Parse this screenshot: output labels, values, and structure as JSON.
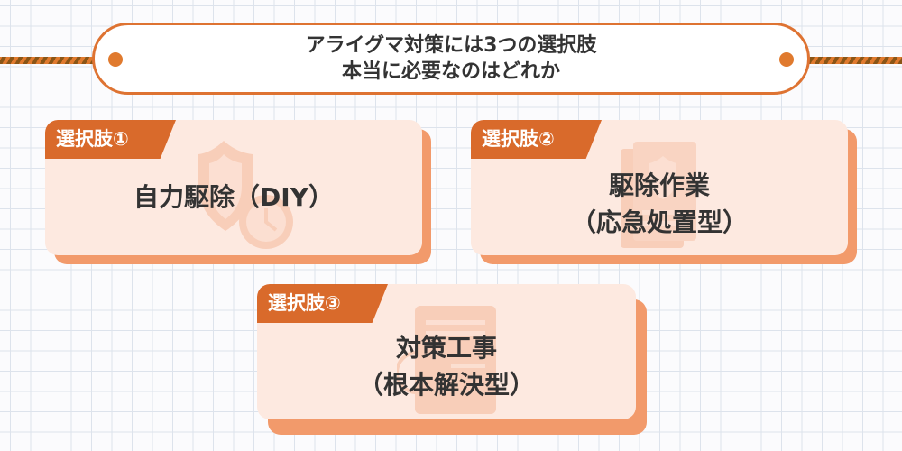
{
  "header": {
    "title_line1": "アライグマ対策には3つの選択肢",
    "title_line2": "本当に必要なのはどれか"
  },
  "options": [
    {
      "badge": "選択肢①",
      "title_line1": "自力駆除（DIY）",
      "title_line2": "",
      "icon": "shield-clock-icon"
    },
    {
      "badge": "選択肢②",
      "title_line1": "駆除作業",
      "title_line2": "（応急処置型）",
      "icon": "document-shield-icon"
    },
    {
      "badge": "選択肢③",
      "title_line1": "対策工事",
      "title_line2": "（根本解決型）",
      "icon": "document-icon"
    }
  ],
  "colors": {
    "accent": "#d96a2b",
    "card_bg": "#fde9e0",
    "card_shadow": "#f29a6b",
    "border": "#de7332",
    "text": "#333333"
  }
}
